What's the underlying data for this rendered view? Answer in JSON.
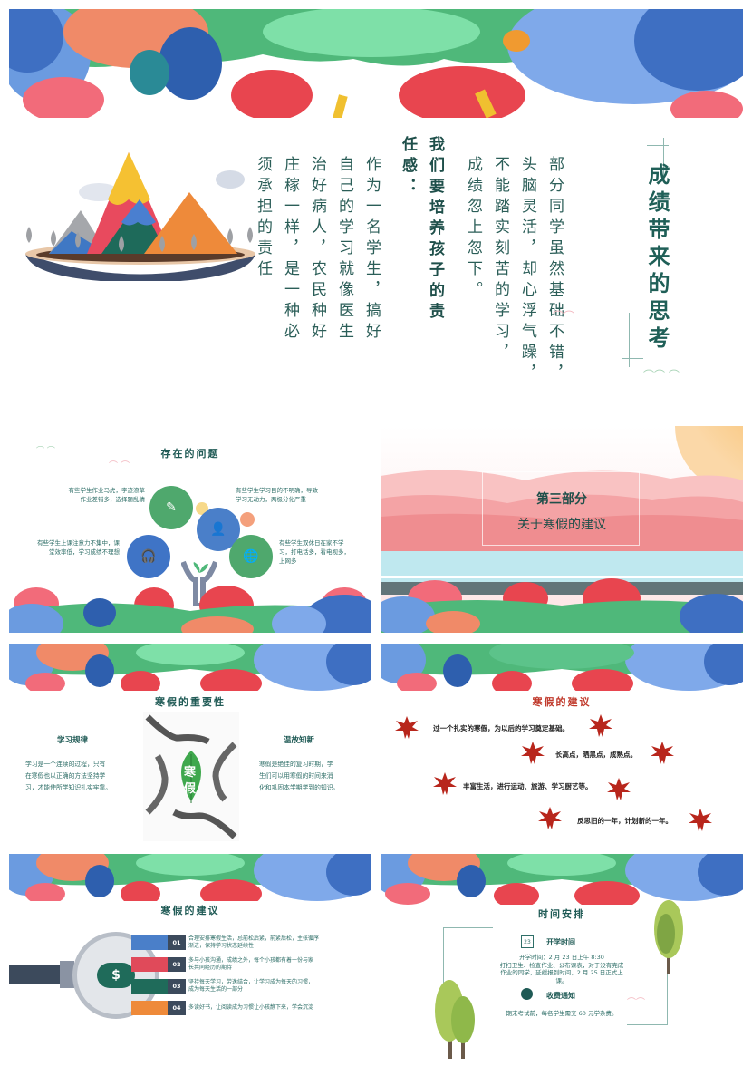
{
  "colors": {
    "teal_text": "#1f5a55",
    "red_title": "#c0392b",
    "blue": "#4a7fc9",
    "green": "#4fa86d",
    "red": "#e04a5a",
    "orange": "#ee8a3a",
    "navy": "#3c4a5c"
  },
  "slide_top": {
    "title": "成绩带来的思考",
    "columns": [
      "部分同学虽然基础不错，",
      "头脑灵活，却心浮气躁，",
      "不能踏实刻苦的学习，",
      "成绩忽上忽下。",
      "我们要培养孩子的责",
      "任感：",
      "作为一名学生，搞好",
      "自己的学习就像医生",
      "治好病人，农民种好",
      "庄稼一样，是一种必",
      "须承担的责任"
    ],
    "illustration": "mountain-island"
  },
  "slide_problems": {
    "title": "存在的问题",
    "items": [
      {
        "text": "有些学生作业马虎，字迹潦草作业差错多，选择题乱猜",
        "icon": "pencil-icon"
      },
      {
        "text": "有些学生学习目的不明确，导致学习无动力，两极分化严重",
        "icon": "user-icon"
      },
      {
        "text": "有些学生上课注意力不集中，课堂效率低，学习成绩不理想",
        "icon": "headset-icon"
      },
      {
        "text": "有些学生双休日在家不学习，打电话多，看电视多，上网多",
        "icon": "globe-icon"
      }
    ],
    "lines": {
      "a1": "有些学生作业马虎，字迹潦草",
      "a2": "作业差错多，选择题乱猜",
      "b1": "有些学生学习目的不明确，导致",
      "b2": "学习无动力，两极分化严重",
      "c1": "有些学生上课注意力不集中，课",
      "c2": "堂效率低，学习成绩不理想",
      "d1": "有些学生双休日在家不学",
      "d2": "习，打电话多，看电视多，",
      "d3": "上网多"
    }
  },
  "slide_section": {
    "part": "第三部分",
    "subtitle": "关于寒假的建议"
  },
  "slide_importance": {
    "title": "寒假的重要性",
    "left_heading": "学习规律",
    "left_lines": [
      "学习是一个连续的过程，只有",
      "在寒假也以正确的方法坚持学",
      "习，才能使所学知识扎实牢靠。"
    ],
    "right_heading": "温故知新",
    "right_lines": [
      "寒假是绝佳的复习时期，学",
      "生们可以用寒假的时间来消",
      "化和巩固本学期学到的知识。"
    ],
    "leaf_chars": [
      "寒",
      "假"
    ]
  },
  "slide_suggestions_leaves": {
    "title": "寒假的建议",
    "items": [
      "过一个扎实的寒假，为以后的学习奠定基础。",
      "长高点，晒黑点，成熟点。",
      "丰富生活，进行运动、旅游、学习厨艺等。",
      "反思旧的一年，计划新的一年。"
    ]
  },
  "slide_suggestions_list": {
    "title": "寒假的建议",
    "items": [
      {
        "num": "01",
        "color": "#4a7fc9",
        "line1": "合理安排寒假生活，忌前松后紧，前紧后松，主张循序",
        "line2": "渐进，保持学习状态延续性"
      },
      {
        "num": "02",
        "color": "#e04a5a",
        "line1": "多与小孩沟通，成绩之外，每个小孩都有着一份与家",
        "line2": "长共同经历的期待"
      },
      {
        "num": "03",
        "color": "#1f6b5a",
        "line1": "坚持每天学习，劳逸结合，让学习成为每天的习惯，",
        "line2": "成为每天生活的一部分"
      },
      {
        "num": "04",
        "color": "#ee8a3a",
        "line1": "多读好书，让阅读成为习惯让小孩静下来，学会沉淀",
        "line2": ""
      }
    ],
    "center_symbol": "$"
  },
  "slide_schedule": {
    "title": "时间安排",
    "section1_heading": "开学时间",
    "calendar_day": "23",
    "section1_lines": [
      "开学时间：2 月 23 日上午 8:30",
      "打扫卫生、检查作业、公布课表，对于没有完成",
      "作业的同学，延缓报到时间，2 月 25 日正式上",
      "课。"
    ],
    "section2_heading": "收费通知",
    "section2_text": "期末考试前，每名学生需交 60 元学杂费。"
  }
}
